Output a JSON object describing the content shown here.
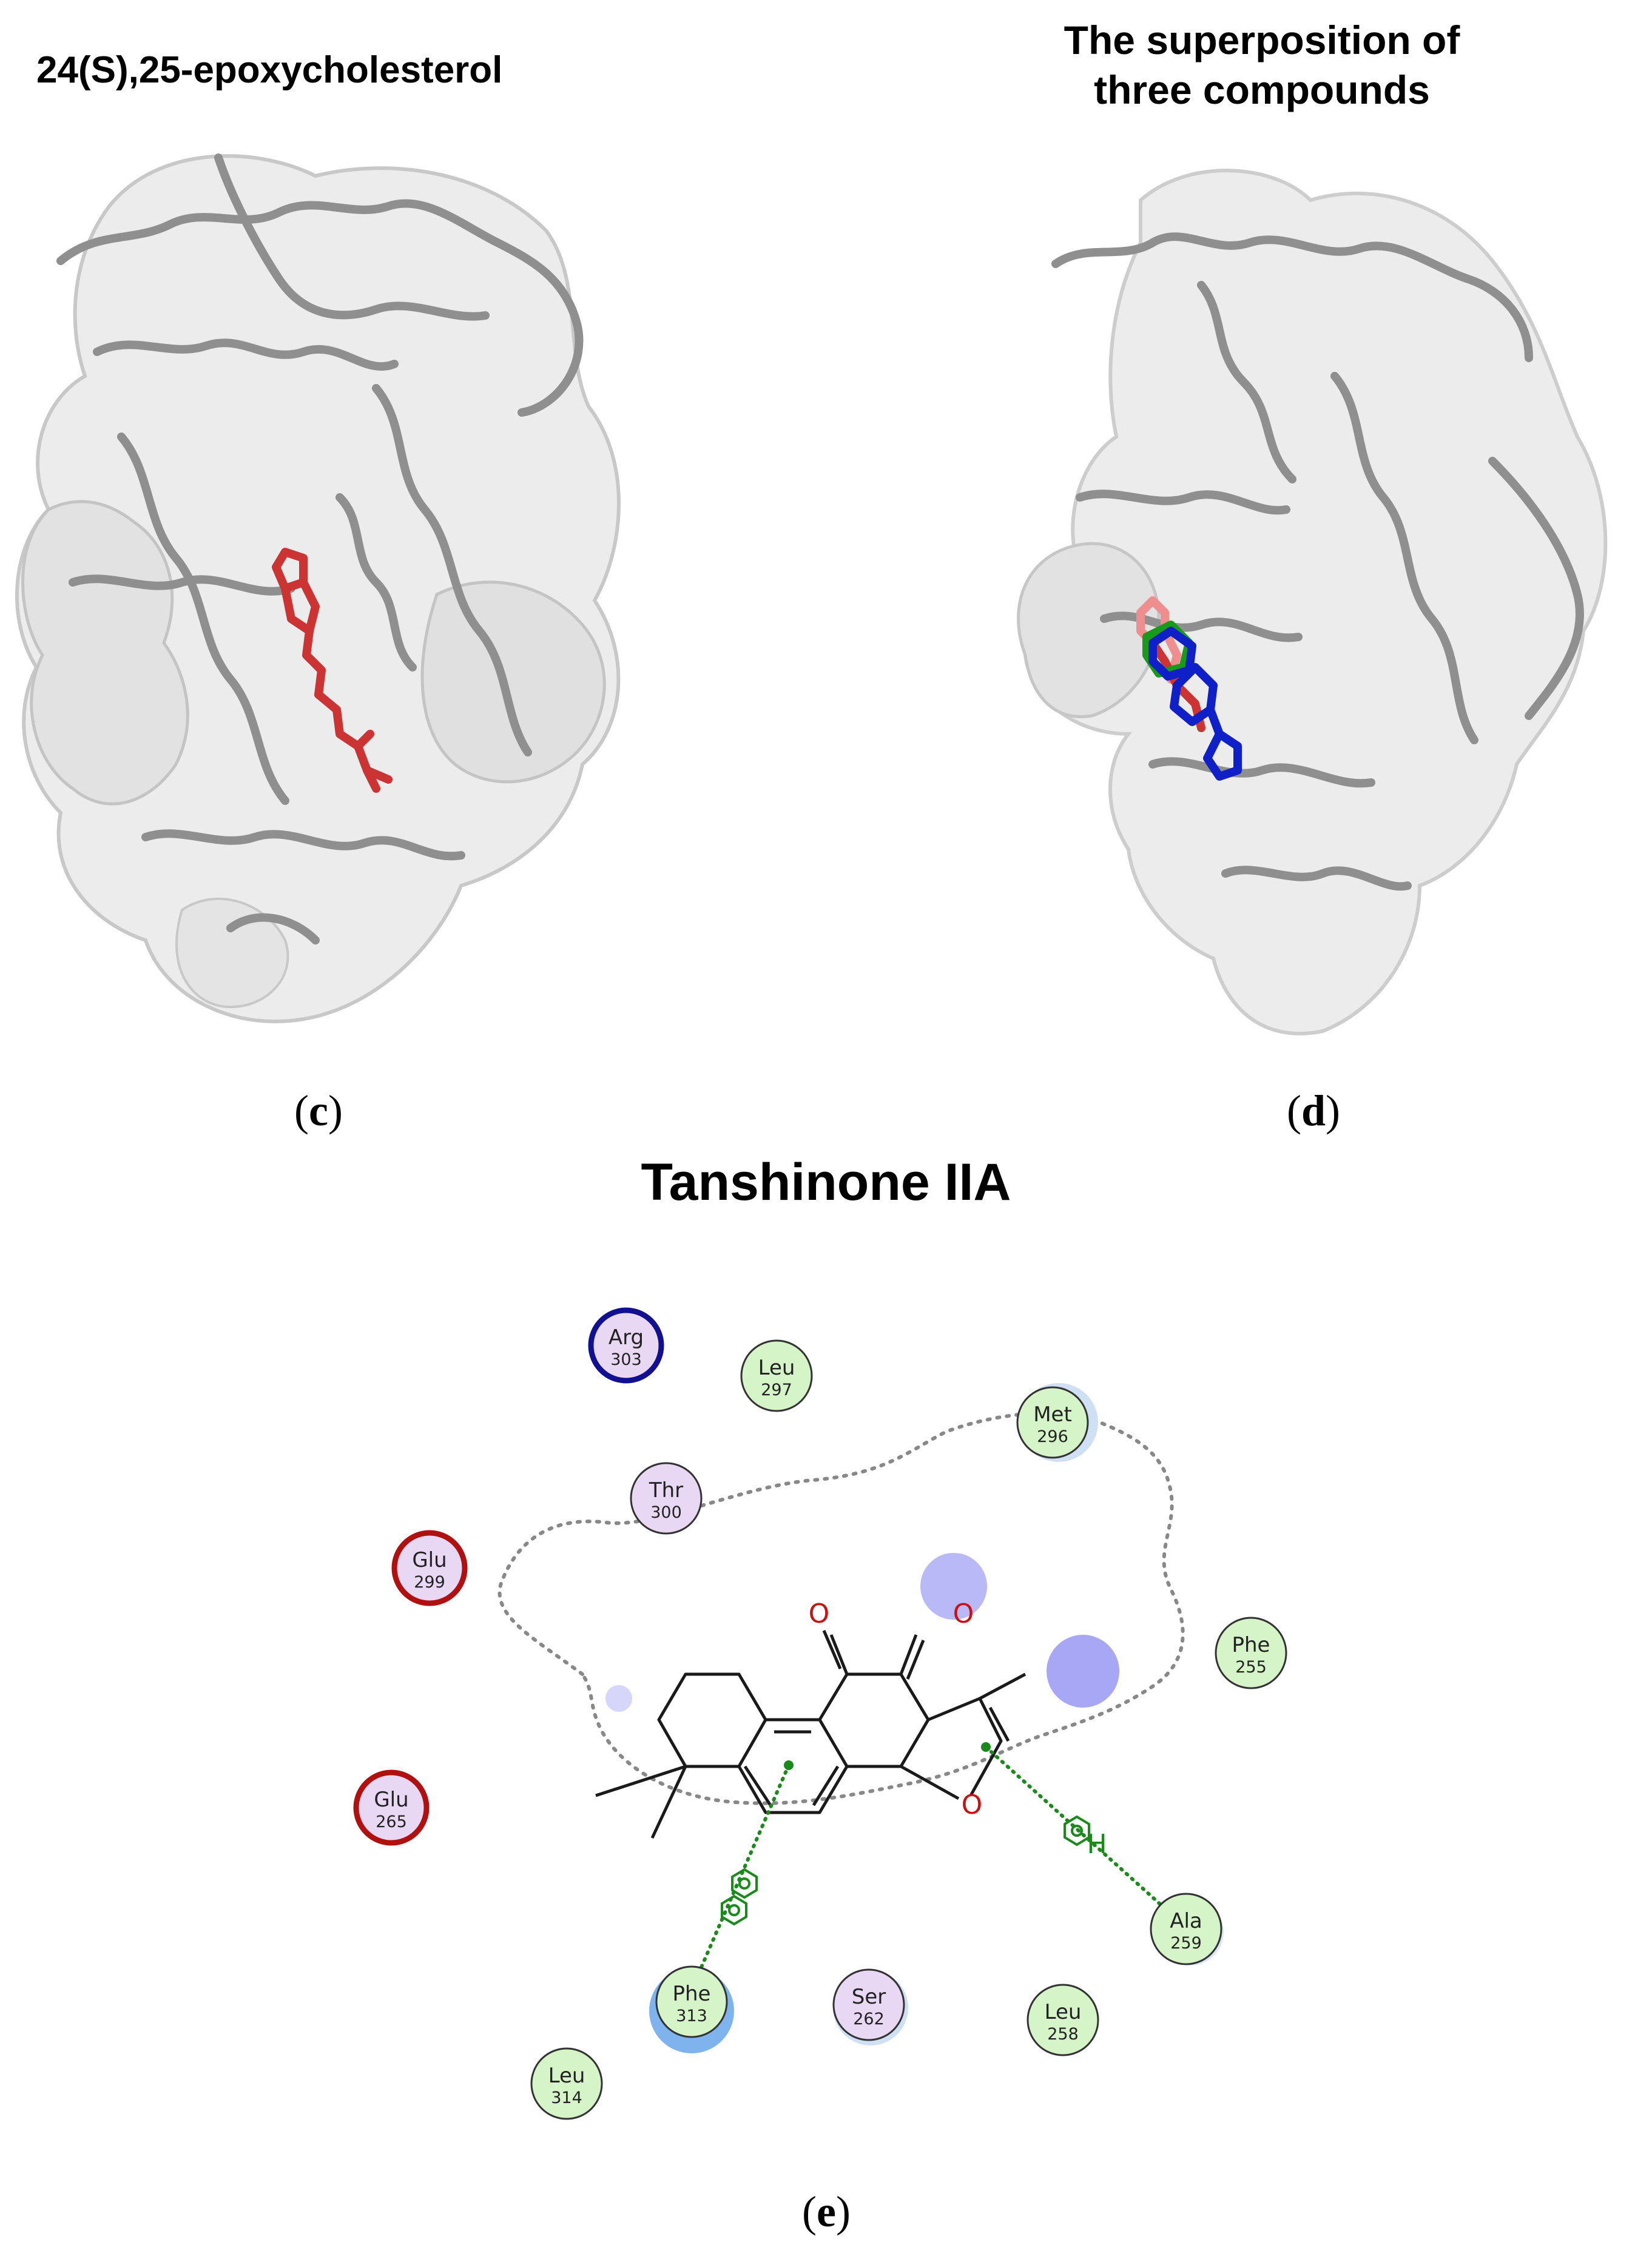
{
  "panels": {
    "c": {
      "title": "24(S),25-epoxycholesterol",
      "label": "c"
    },
    "d": {
      "title_line1": "The superposition of",
      "title_line2": "three compounds",
      "label": "d"
    },
    "e": {
      "title": "Tanshinone IIA",
      "label": "e"
    }
  },
  "residues": [
    {
      "name": "Arg",
      "num": "303",
      "type": "basic"
    },
    {
      "name": "Leu",
      "num": "297",
      "type": "hydrophobic"
    },
    {
      "name": "Met",
      "num": "296",
      "type": "hydrophobic"
    },
    {
      "name": "Thr",
      "num": "300",
      "type": "polar"
    },
    {
      "name": "Glu",
      "num": "299",
      "type": "acidic"
    },
    {
      "name": "Glu",
      "num": "265",
      "type": "acidic"
    },
    {
      "name": "Phe",
      "num": "255",
      "type": "hydrophobic"
    },
    {
      "name": "Ala",
      "num": "259",
      "type": "hydrophobic"
    },
    {
      "name": "Phe",
      "num": "313",
      "type": "hydrophobic"
    },
    {
      "name": "Ser",
      "num": "262",
      "type": "polar"
    },
    {
      "name": "Leu",
      "num": "258",
      "type": "hydrophobic"
    },
    {
      "name": "Leu",
      "num": "314",
      "type": "hydrophobic"
    }
  ],
  "atoms": {
    "oxygen": "O",
    "hydrogen": "H"
  },
  "colors": {
    "hydrophobic_fill": "#d5f5c8",
    "polar_fill": "#e8d8f3",
    "acidic_ring": "#b01010",
    "basic_ring": "#101090",
    "ligand_red": "#cc3333",
    "ligand_blue": "#1020c8",
    "ligand_green": "#1a9a1a",
    "interaction_green": "#1a8a1a"
  }
}
